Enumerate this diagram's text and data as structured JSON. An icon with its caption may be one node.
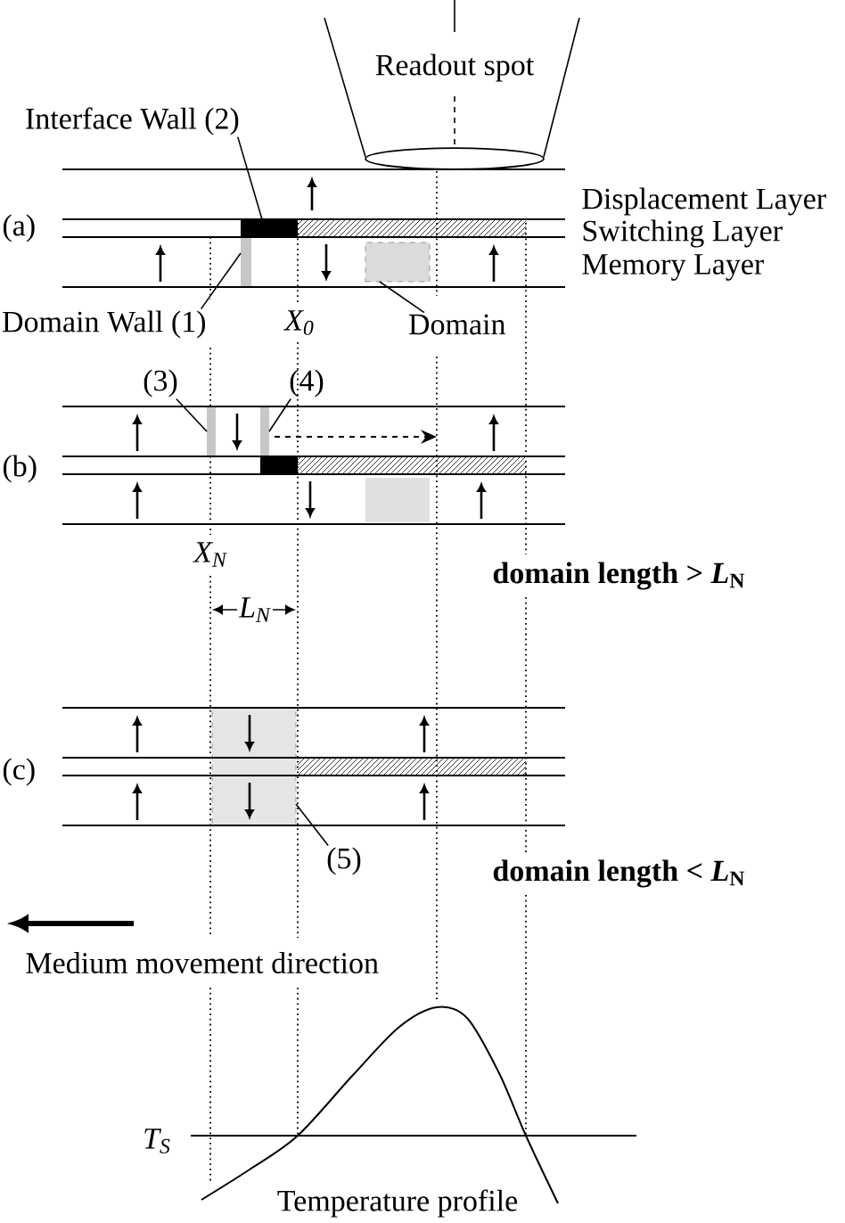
{
  "diagram": {
    "nodes": [
      {
        "text": [
          "Interface Wall (2)"
        ]
      },
      {
        "text": [],
        "shape": "bar"
      },
      {
        "text": [
          "Domain Wall (1)"
        ]
      },
      {
        "text": [],
        "shape": "bar"
      },
      {
        "text": [
          "Domain"
        ]
      },
      {
        "text": [],
        "shape": "box"
      },
      {
        "text": [
          "(3)"
        ]
      },
      {
        "text": [],
        "shape": "bar"
      },
      {
        "text": [
          "(4)"
        ]
      },
      {
        "text": [],
        "shape": "bar"
      },
      {
        "text": [
          "(5)"
        ]
      },
      {
        "text": [],
        "shape": "box"
      }
    ],
    "edges": [
      {
        "from": 0,
        "to": 1,
        "arrow": "none"
      },
      {
        "from": 2,
        "to": 3,
        "arrow": "none"
      },
      {
        "from": 4,
        "to": 5,
        "arrow": "none"
      },
      {
        "from": 6,
        "to": 7,
        "arrow": "none"
      },
      {
        "from": 8,
        "to": 9,
        "arrow": "none"
      },
      {
        "from": 10,
        "to": 11,
        "arrow": "none"
      }
    ],
    "labels": [
      "Readout spot",
      "Displacement Layer",
      "(a)",
      "Switching Layer",
      "Memory Layer",
      "X$_{0}$",
      "(b)",
      "X$_{N}$",
      "domain length > *L*$_{N}$",
      "L$_{N}$",
      "(c)",
      "domain length < *L*$_{N}$",
      "Medium movement direction",
      "T$_{S}$",
      "Temperature profile"
    ]
  }
}
